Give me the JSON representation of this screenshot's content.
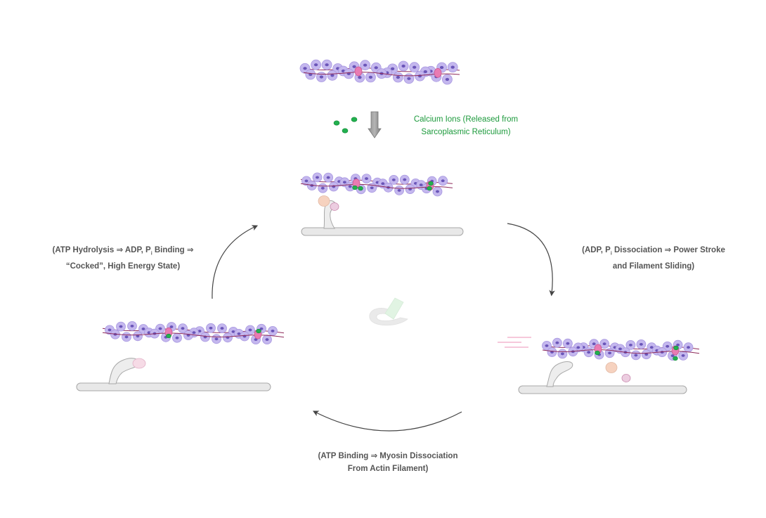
{
  "labels": {
    "calcium": {
      "line1": "Calcium Ions (Released from",
      "line2": "Sarcoplasmic Reticulum)"
    },
    "right": {
      "a": "(ADP, P",
      "sub": "i",
      "b": " Dissociation ⇒ Power Stroke",
      "line2": "and Filament Sliding)"
    },
    "left": {
      "a": "(ATP Hydrolysis ⇒ ADP, P",
      "sub": "i",
      "b": " Binding ⇒",
      "line2": "“Cocked”, High Energy State)"
    },
    "bottom": {
      "line1": "(ATP Binding ⇒ Myosin Dissociation",
      "line2": "From Actin Filament)"
    }
  },
  "colors": {
    "actin_fill": "#c4b7ee",
    "actin_stroke": "#a898e0",
    "actin_core": "#6a55b8",
    "tropomyosin": "#8e2a5a",
    "troponin": "#e97bb2",
    "calcium": "#22b04f",
    "myosin": "#e8e8e8",
    "myosin_stroke": "#a8a8a8",
    "adp": "#f6d2bf",
    "pi": "#eccde0",
    "arrow": "#444444",
    "text": "#555555",
    "calcium_text": "#1c9a3c"
  }
}
